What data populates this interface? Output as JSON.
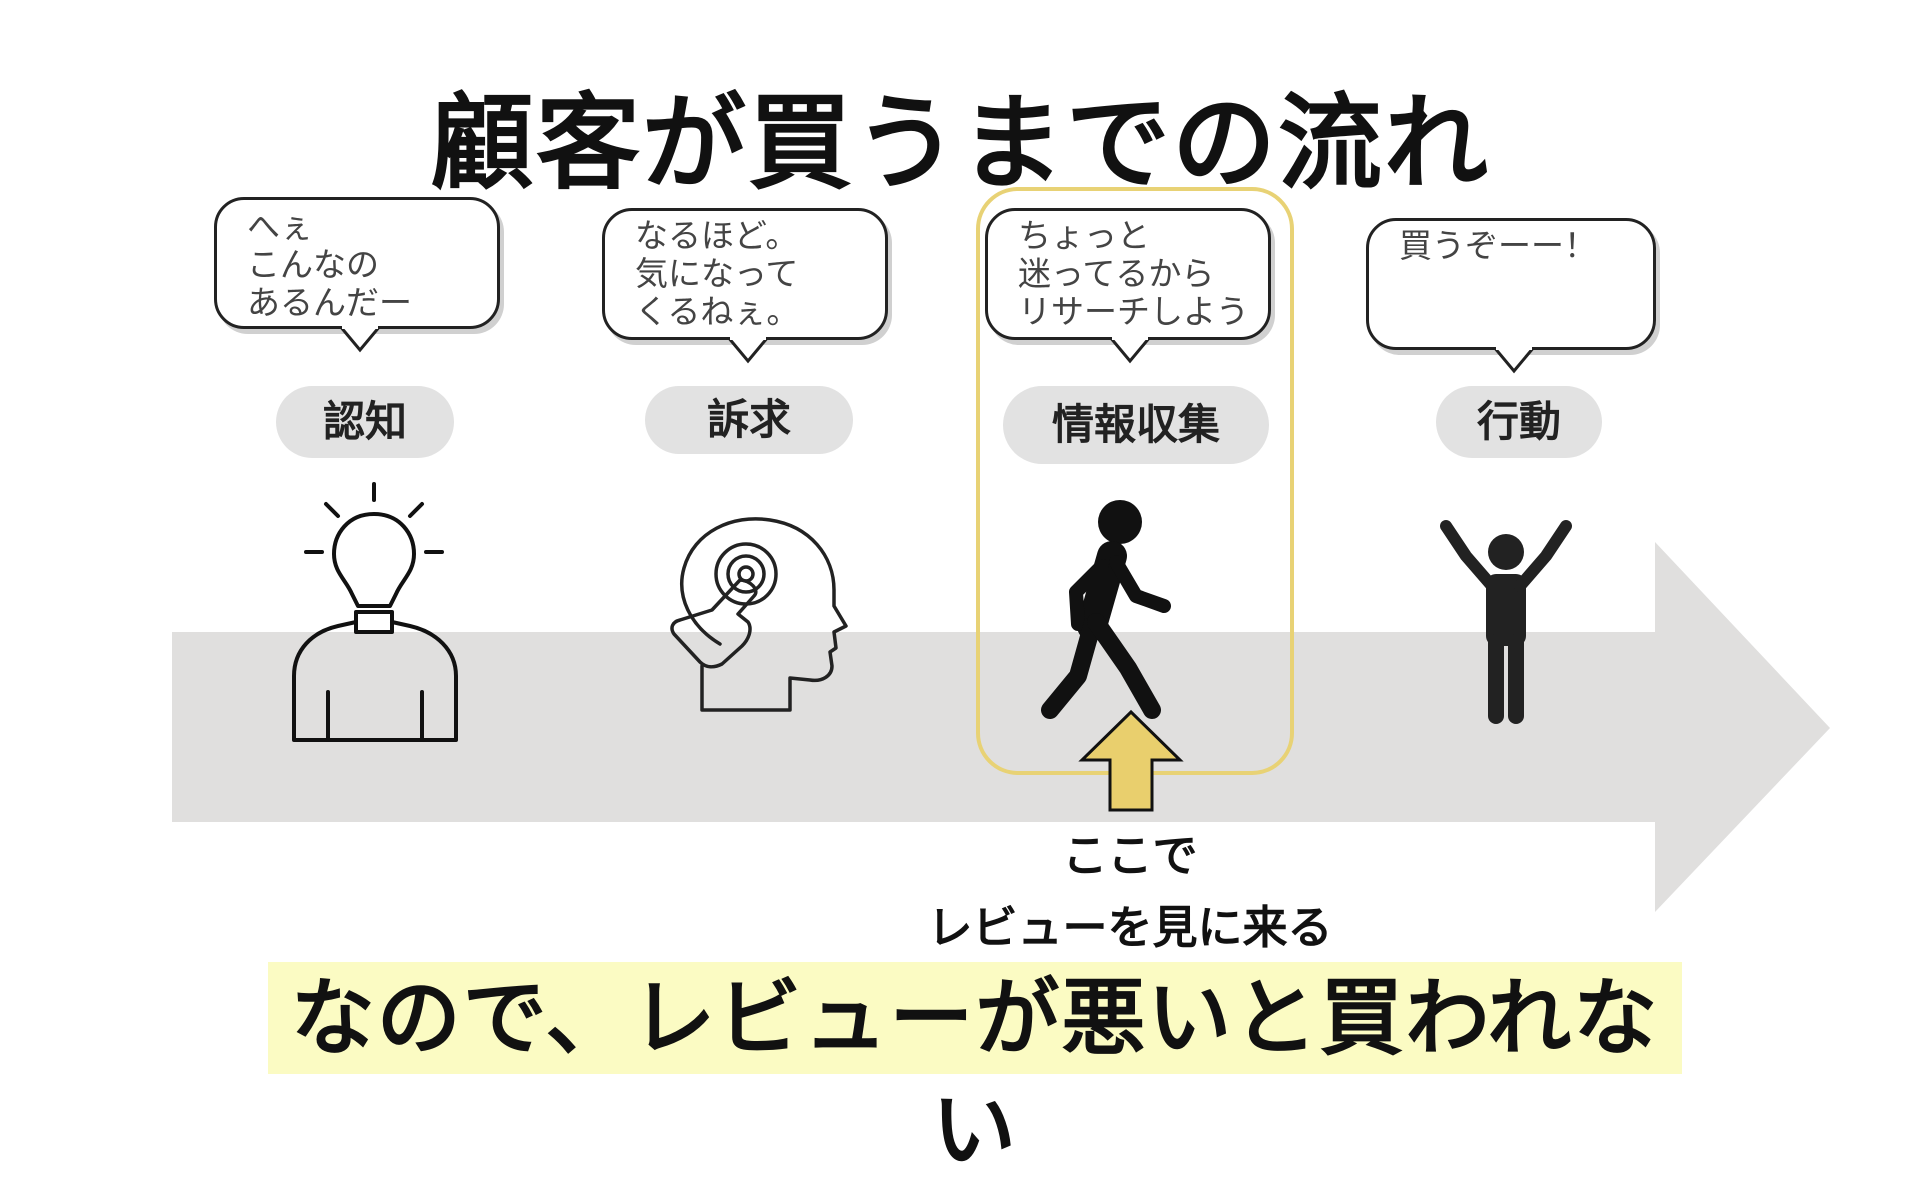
{
  "title": "顧客が買うまでの流れ",
  "stages": [
    {
      "label": "認知",
      "bubble": "へぇ\nこんなの\nあるんだー",
      "icon": "lightbulb-person-icon"
    },
    {
      "label": "訴求",
      "bubble": "なるほど。\n気になって\nくるねぇ。",
      "icon": "head-touch-icon"
    },
    {
      "label": "情報収集",
      "bubble": "ちょっと\n迷ってるから\nリサーチしよう",
      "icon": "walking-person-icon"
    },
    {
      "label": "行動",
      "bubble": "買うぞーー！",
      "icon": "cheering-person-icon"
    }
  ],
  "note": "ここで\nレビューを見に来る",
  "conclusion": "なので、レビューが悪いと買われない",
  "colors": {
    "arrow": "#e0dfde",
    "pill": "#e2e2e2",
    "highlight": "#e8d275",
    "up_arrow": "#e9cf6d",
    "conclusion_bg": "#fbfbc3"
  }
}
